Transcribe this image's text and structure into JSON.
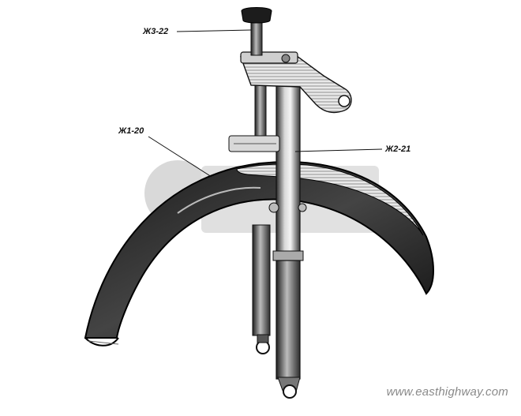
{
  "callouts": {
    "top": "Ж3-22",
    "left": "Ж1-20",
    "right": "Ж2-21"
  },
  "watermark": {
    "url": "www.easthighway.com"
  }
}
